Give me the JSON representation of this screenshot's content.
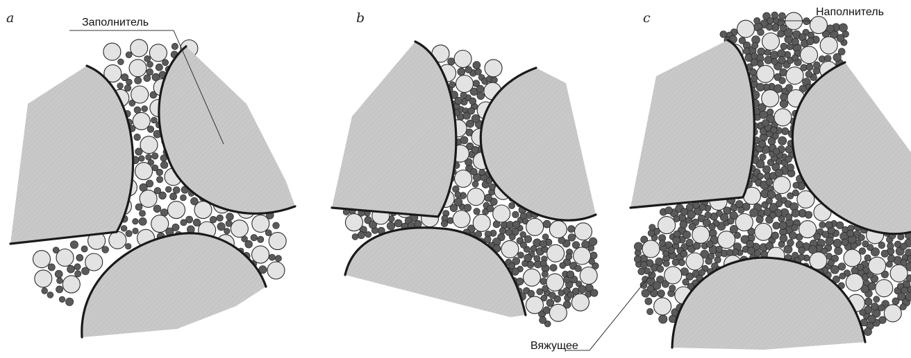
{
  "colors": {
    "aggregate_fill": "#c9c9c9",
    "filler_fill": "#e3e3e3",
    "binder_fill": "#5a5a5a",
    "line": "#1a1a1a"
  },
  "panels": [
    {
      "letter": "a",
      "callout": "Заполнитель"
    },
    {
      "letter": "b"
    },
    {
      "letter": "c",
      "callout": "Наполнитель"
    }
  ],
  "binder_callout": "Вяжущее"
}
